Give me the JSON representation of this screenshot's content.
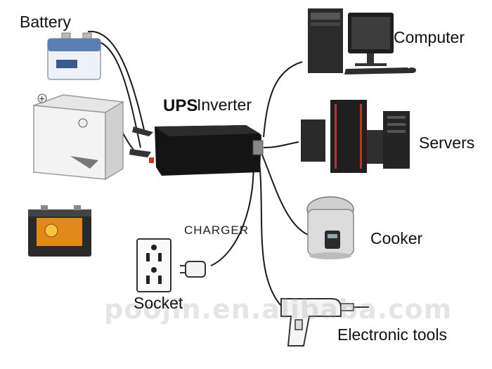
{
  "labels": {
    "battery": "Battery",
    "ups": "UPS",
    "inverter": "Inverter",
    "computer": "Computer",
    "servers": "Servers",
    "cooker": "Cooker",
    "charger": "CHARGER",
    "socket": "Socket",
    "tools": "Electronic tools"
  },
  "watermark": "poojin.en.alibaba.com",
  "colors": {
    "wire": "#1a1a1a",
    "inverter_body": "#141414",
    "clamp_red": "#c0392b",
    "server_accent": "#b33a2a",
    "battery_blue": "#5a7fb0",
    "battery_orange": "#e2891b",
    "cooker_body": "#dcdcdc"
  }
}
